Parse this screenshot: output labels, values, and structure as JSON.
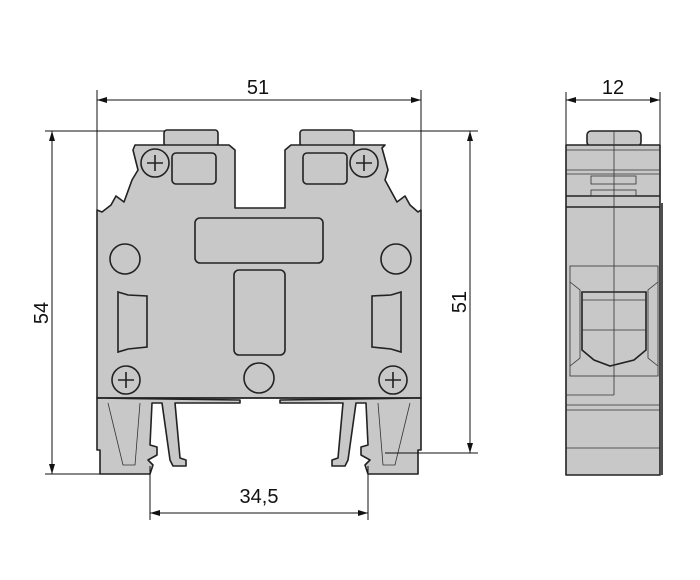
{
  "drawing": {
    "front_view": {
      "width_label": "51",
      "overall_height_label": "54",
      "body_height_label": "51",
      "rail_pitch_label": "34,5"
    },
    "side_view": {
      "depth_label": "12"
    },
    "colors": {
      "part_fill": "#c8c8c8",
      "line": "#222222"
    }
  }
}
